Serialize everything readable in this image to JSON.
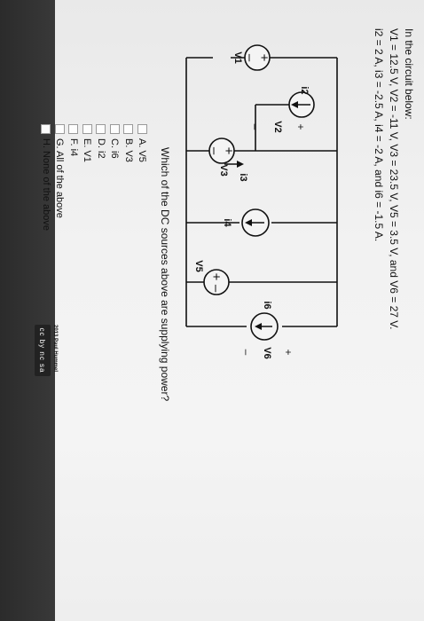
{
  "question": {
    "intro": "In the circuit below:",
    "voltages": "V1 = 12.5 V,   V2 = -11 V,   V3 = 23.5 V,   V5 = 3.5 V,   and   V6 = 27 V.",
    "currents": "i2 = 2 A,   i3 = -2.5 A,   i4 = -2 A,   and   i6 = -1.5 A.",
    "prompt": "Which of the DC sources above are supplying power?"
  },
  "circuit": {
    "labels": {
      "v1": "V1",
      "v2": "V2",
      "v3": "V3",
      "v5": "V5",
      "v6": "V6",
      "i2": "i2",
      "i3": "i3",
      "i4": "i4",
      "i6": "i6",
      "plus": "+",
      "minus": "–"
    },
    "credit": "2013 Paul Hummel",
    "license": "cc by nc sa"
  },
  "options": [
    {
      "label": "A. V5"
    },
    {
      "label": "B. V3"
    },
    {
      "label": "C. i6"
    },
    {
      "label": "D. i2"
    },
    {
      "label": "E. V1"
    },
    {
      "label": "F. i4"
    },
    {
      "label": "G. All of the above"
    },
    {
      "label": "H. None of the above"
    }
  ]
}
